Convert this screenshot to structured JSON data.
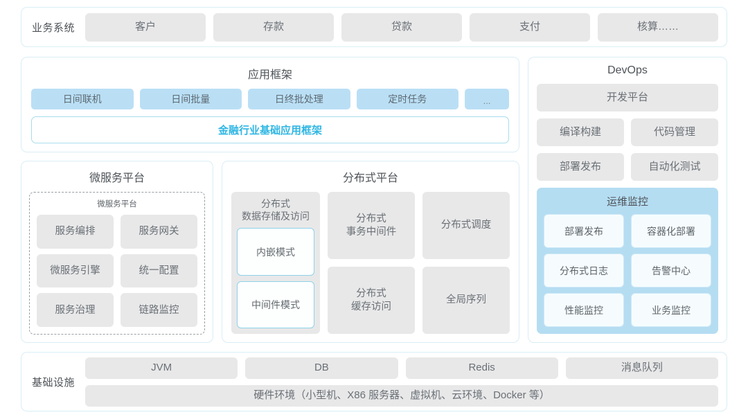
{
  "business_systems": {
    "label": "业务系统",
    "items": [
      "客户",
      "存款",
      "贷款",
      "支付",
      "核算……"
    ]
  },
  "application_framework": {
    "title": "应用框架",
    "chips": [
      "日间联机",
      "日间批量",
      "日终批处理",
      "定时任务"
    ],
    "ellipsis": "...",
    "framework_bar": "金融行业基础应用框架",
    "accent_color": "#2fb6e3"
  },
  "microservice_platform": {
    "title": "微服务平台",
    "inner_title": "微服务平台",
    "items": [
      "服务编排",
      "服务网关",
      "微服务引擎",
      "统一配置",
      "服务治理",
      "链路监控"
    ]
  },
  "distributed_platform": {
    "title": "分布式平台",
    "storage": {
      "caption": "分布式\n数据存储及访问",
      "modes": [
        "内嵌模式",
        "中间件模式"
      ]
    },
    "grid": [
      "分布式\n事务中间件",
      "分布式调度",
      "分布式\n缓存访问",
      "全局序列"
    ]
  },
  "devops": {
    "title": "DevOps",
    "platform": "开发平台",
    "items": [
      "编译构建",
      "代码管理",
      "部署发布",
      "自动化测试"
    ],
    "ops_monitor": {
      "title": "运维监控",
      "panel_color": "#b5ddf2",
      "items": [
        "部署发布",
        "容器化部署",
        "分布式日志",
        "告警中心",
        "性能监控",
        "业务监控"
      ]
    }
  },
  "infrastructure": {
    "label": "基础设施",
    "items": [
      "JVM",
      "DB",
      "Redis",
      "消息队列"
    ],
    "hardware": "硬件环境（小型机、X86 服务器、虚拟机、云环境、Docker 等）"
  }
}
